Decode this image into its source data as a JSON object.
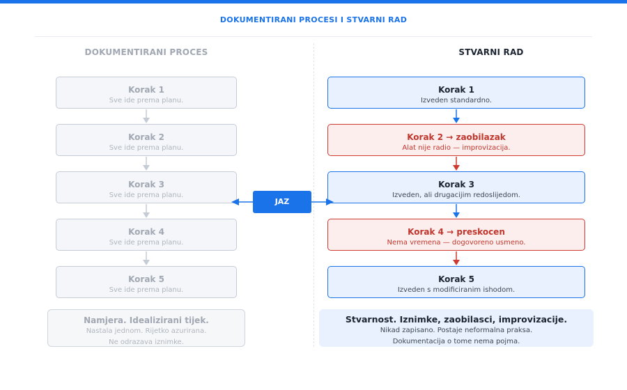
{
  "title": "DOKUMENTIRANI PROCESI I STVARNI RAD",
  "left": {
    "heading": "DOKUMENTIRANI PROCES",
    "steps": [
      {
        "title": "Korak 1",
        "subtitle": "Sve ide prema planu."
      },
      {
        "title": "Korak 2",
        "subtitle": "Sve ide prema planu."
      },
      {
        "title": "Korak 3",
        "subtitle": "Sve ide prema planu."
      },
      {
        "title": "Korak 4",
        "subtitle": "Sve ide prema planu."
      },
      {
        "title": "Korak 5",
        "subtitle": "Sve ide prema planu."
      }
    ],
    "summary": {
      "title": "Namjera. Idealizirani tijek.",
      "line1": "Nastala jednom. Rijetko azurirana.",
      "line2": "Ne odrazava iznimke."
    }
  },
  "right": {
    "heading": "STVARNI RAD",
    "steps": [
      {
        "title": "Korak 1",
        "subtitle": "Izveden standardno.",
        "status": "ok"
      },
      {
        "title": "Korak 2  →  zaobilazak",
        "subtitle": "Alat nije radio — improvizacija.",
        "status": "deviation"
      },
      {
        "title": "Korak 3",
        "subtitle": "Izveden, ali drugacijim redoslijedom.",
        "status": "ok"
      },
      {
        "title": "Korak 4  →  preskocen",
        "subtitle": "Nema vremena — dogovoreno usmeno.",
        "status": "deviation"
      },
      {
        "title": "Korak 5",
        "subtitle": "Izveden s modificiranim ishodom.",
        "status": "ok"
      }
    ],
    "summary": {
      "title": "Stvarnost. Iznimke, zaobilasci, improvizacije.",
      "line1": "Nikad zapisano. Postaje neformalna praksa.",
      "line2": "Dokumentacija o tome nema pojma."
    }
  },
  "gap_label": "JAZ",
  "colors": {
    "accent": "#1a73e8",
    "deviation": "#d0392f",
    "muted": "#c5ccd6"
  }
}
